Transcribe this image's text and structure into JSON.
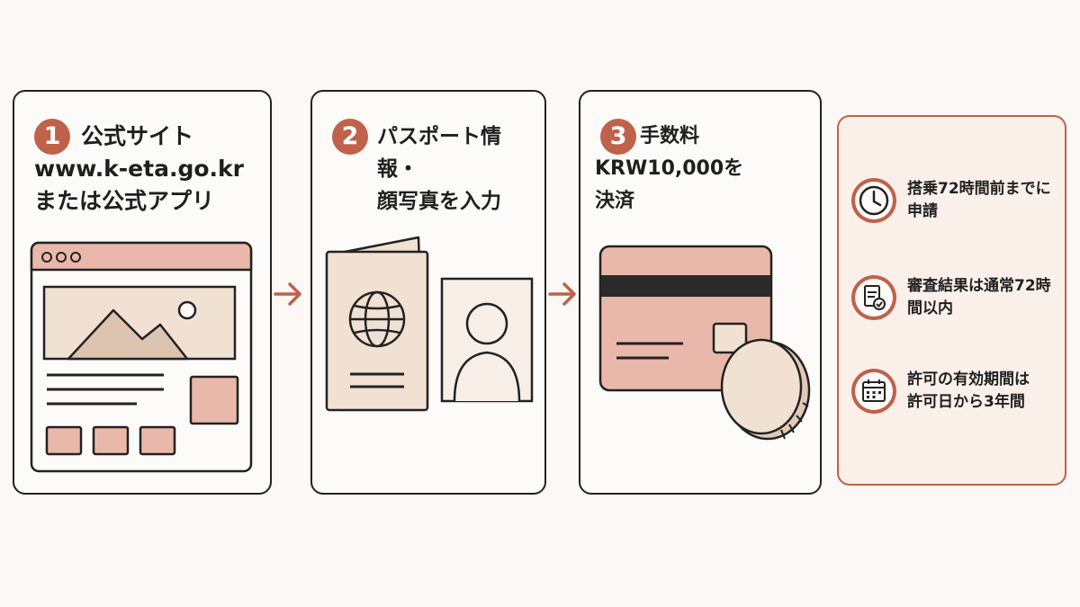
{
  "steps": [
    {
      "number": "1",
      "title": "公式サイト\nwww.k-eta.go.kr\nまたは公式アプリ"
    },
    {
      "number": "2",
      "title": "パスポート情報・\n顔写真を入力"
    },
    {
      "number": "3",
      "title": "手数料KRW10,000を\n決済"
    }
  ],
  "info": [
    {
      "icon": "clock-icon",
      "text": "搭乗72時間前までに申請"
    },
    {
      "icon": "document-check-icon",
      "text": "審査結果は通常72時間以内"
    },
    {
      "icon": "calendar-icon",
      "text": "許可の有効期間は\n許可日から3年間"
    }
  ],
  "colors": {
    "accent": "#c0614a",
    "pink": "#eab8aa",
    "beige": "#f1e1d3",
    "outline": "#222222"
  }
}
